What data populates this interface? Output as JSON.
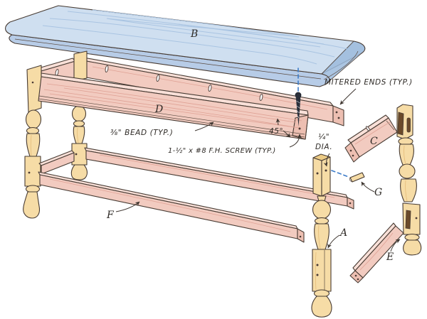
{
  "diagram": {
    "kind": "exploded-view-table-plan",
    "parts": {
      "top": {
        "label": "B"
      },
      "front_apron": {
        "label": "D"
      },
      "end_apron": {
        "label": "C"
      },
      "leg": {
        "label": "A"
      },
      "end_stretcher": {
        "label": "E"
      },
      "front_stretcher": {
        "label": "F"
      },
      "dowel": {
        "label": "G"
      }
    },
    "annotations": {
      "mitered_ends": "MITERED ENDS (TYP.)",
      "bead": "⅜\" BEAD (TYP.)",
      "screw": "1-½\" x #8 F.H. SCREW (TYP.)",
      "dowel_dia_line1": "¼\"",
      "dowel_dia_line2": "DIA.",
      "miter_angle": "45°"
    },
    "colors": {
      "top_fill": "#cfdff0",
      "top_edge": "#b7cce7",
      "top_nose": "#9dbbdd",
      "rail_fill": "#f2cbc0",
      "rail_top": "#f9e0d8",
      "rail_end": "#edbfb2",
      "leg_fill": "#f6dca6",
      "leg_shade": "#eccb85",
      "dashed_line": "#3d7cc9",
      "outline": "#473b33",
      "text": "#2e2a26",
      "background": "#ffffff"
    }
  }
}
